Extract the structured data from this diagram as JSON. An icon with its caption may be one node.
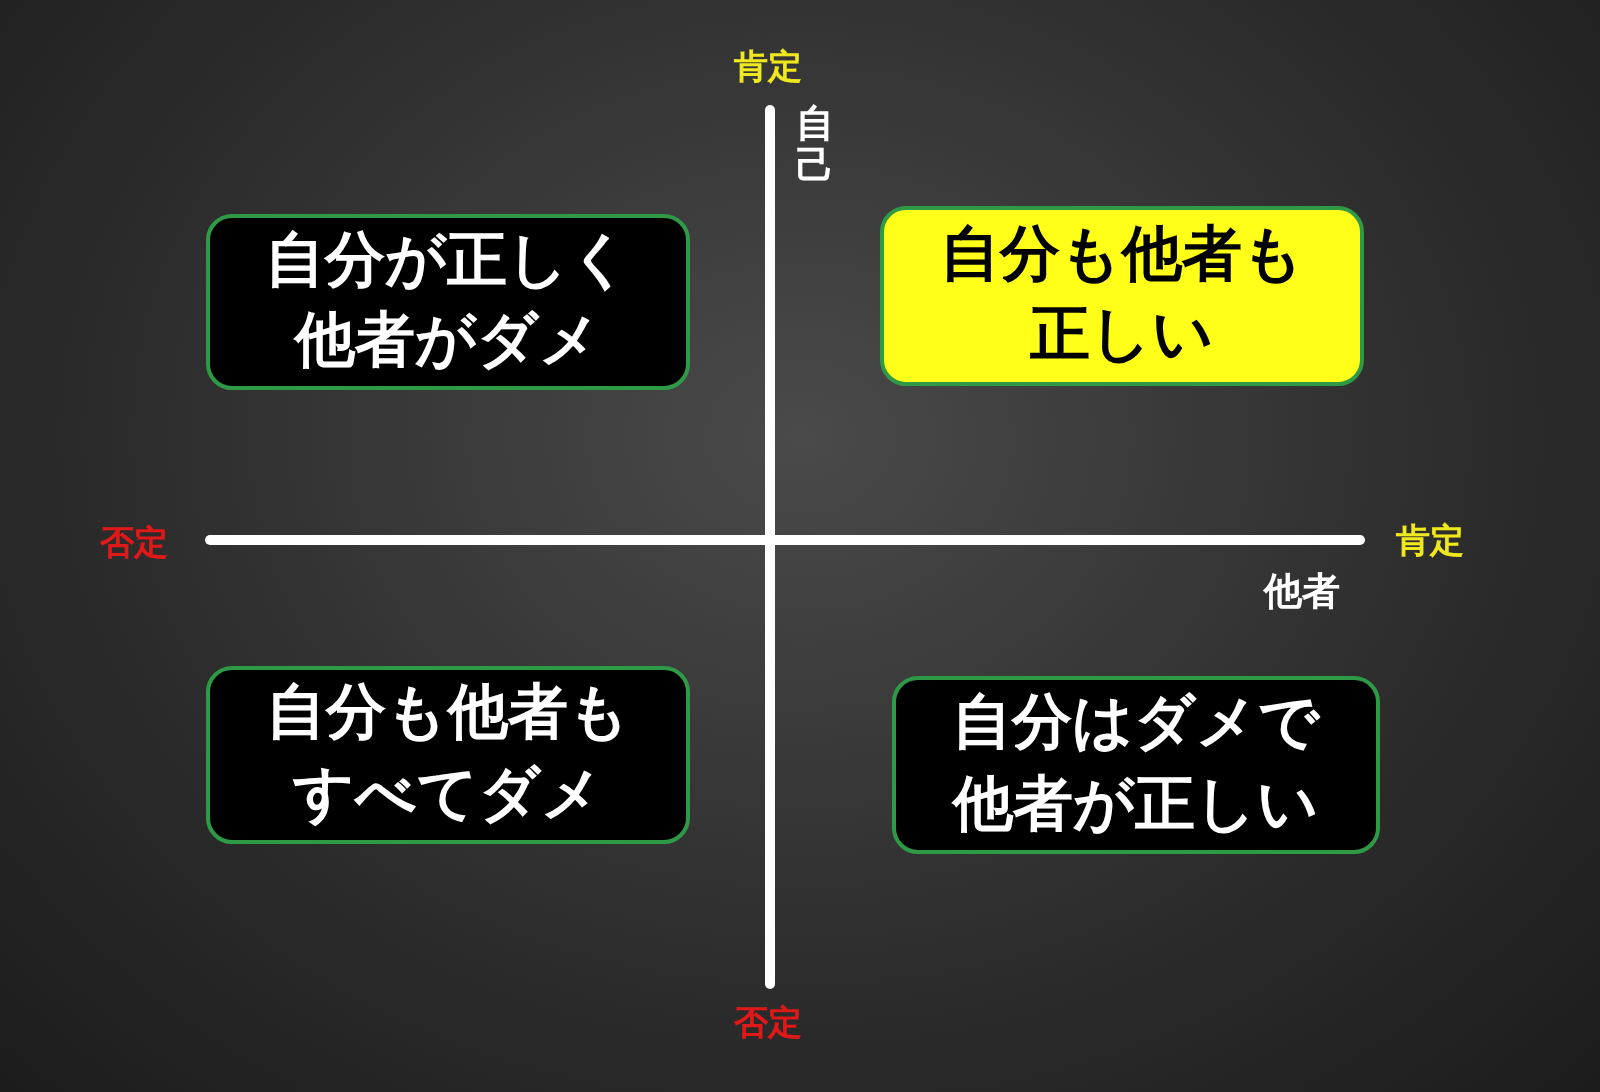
{
  "diagram": {
    "nodes": [
      {
        "text": [
          "自分が正しく他者がダメ"
        ]
      },
      {
        "text": [
          "自分も他者も正しい"
        ]
      },
      {
        "text": [
          "自分も他者もすべてダメ"
        ]
      },
      {
        "text": [
          "自分はダメで他者が正しい"
        ]
      }
    ],
    "labels": [
      "肯定",
      "自己",
      "否定",
      "肯定",
      "他者",
      "否定"
    ]
  }
}
